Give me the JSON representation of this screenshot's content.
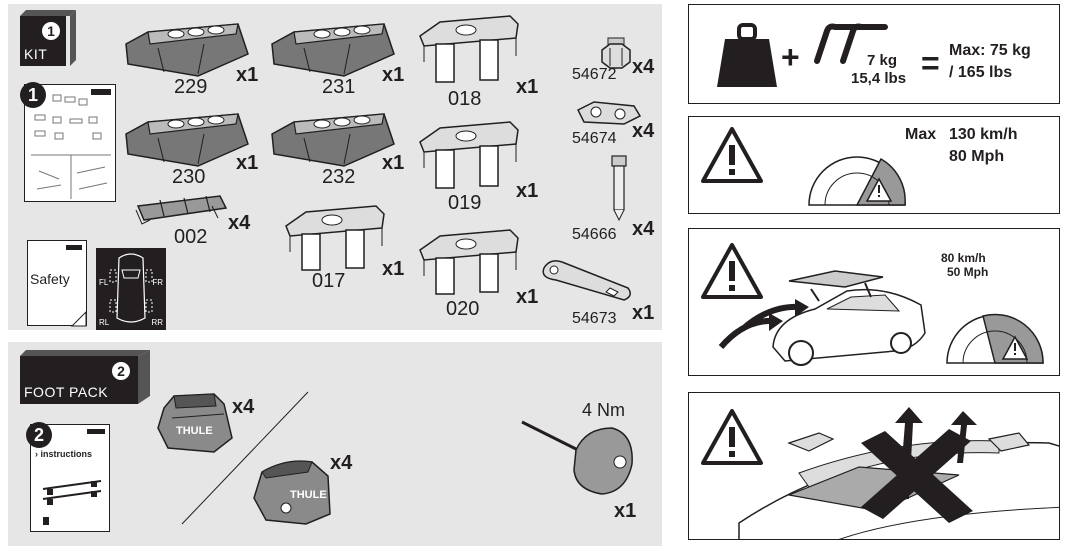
{
  "kit": {
    "tag_label": "KIT",
    "tag_number": "1",
    "instructions_number": "1",
    "safety_label": "Safety",
    "layout_labels": {
      "fl": "FL",
      "fr": "FR",
      "rl": "RL",
      "rr": "RR"
    },
    "parts": [
      {
        "code": "229",
        "qty": "x1"
      },
      {
        "code": "231",
        "qty": "x1"
      },
      {
        "code": "018",
        "qty": "x1"
      },
      {
        "code": "54672",
        "qty": "x4"
      },
      {
        "code": "54674",
        "qty": "x4"
      },
      {
        "code": "230",
        "qty": "x1"
      },
      {
        "code": "232",
        "qty": "x1"
      },
      {
        "code": "019",
        "qty": "x1"
      },
      {
        "code": "54666",
        "qty": "x4"
      },
      {
        "code": "002",
        "qty": "x4"
      },
      {
        "code": "017",
        "qty": "x1"
      },
      {
        "code": "020",
        "qty": "x1"
      },
      {
        "code": "54673",
        "qty": "x1"
      }
    ]
  },
  "foot_pack": {
    "tag_label": "FOOT PACK",
    "tag_number": "2",
    "instructions_number": "2",
    "instructions_label": "› instructions",
    "foot_a_qty": "x4",
    "foot_b_qty": "x4",
    "torque": "4 Nm",
    "tool_qty": "x1"
  },
  "info": {
    "load": {
      "plus": "+",
      "bar_weight_kg": "7 kg",
      "bar_weight_lbs": "15,4 lbs",
      "equals": "=",
      "max_kg": "Max: 75 kg",
      "max_lbs": "/ 165 lbs"
    },
    "speed": {
      "max_label": "Max",
      "kmh": "130 km/h",
      "mph": "80 Mph"
    },
    "load_speed": {
      "kmh": "80 km/h",
      "mph": "50 Mph"
    }
  },
  "brand": "THULE"
}
